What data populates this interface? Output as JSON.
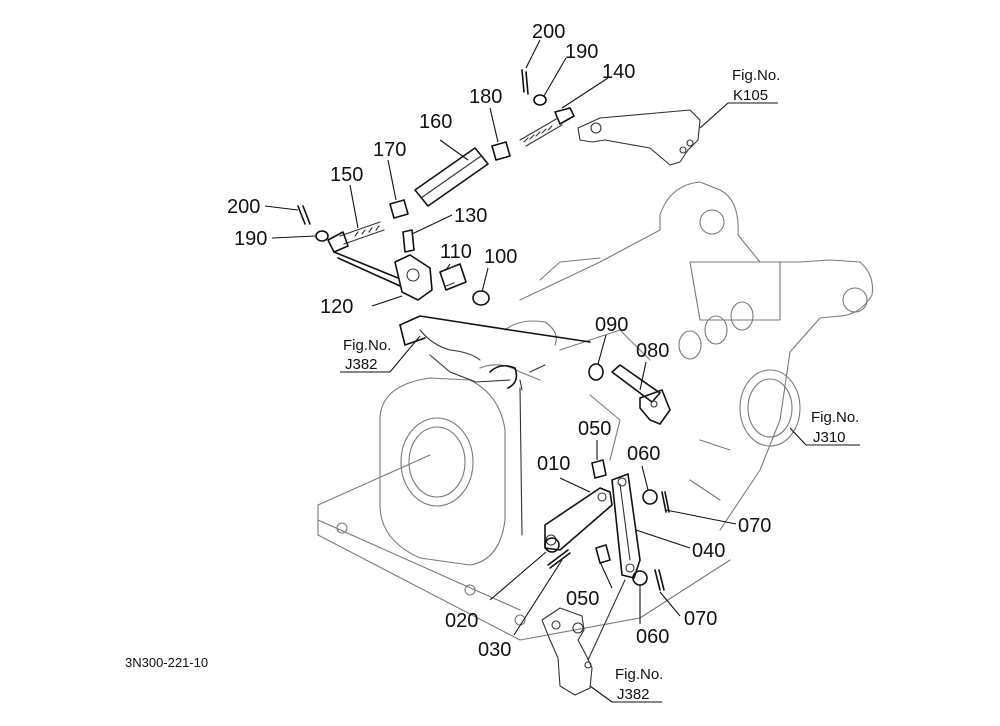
{
  "labels": {
    "p200a": "200",
    "p190a": "190",
    "p140": "140",
    "p180": "180",
    "p160": "160",
    "p170": "170",
    "p150": "150",
    "p200b": "200",
    "p190b": "190",
    "p130": "130",
    "p110": "110",
    "p100": "100",
    "p120": "120",
    "p090": "090",
    "p080": "080",
    "p050a": "050",
    "p060a": "060",
    "p010": "010",
    "p070a": "070",
    "p040": "040",
    "p050b": "050",
    "p020": "020",
    "p070b": "070",
    "p060b": "060",
    "p030": "030"
  },
  "refs": {
    "k105": {
      "title": "Fig.No.",
      "code": "K105"
    },
    "j382a": {
      "title": "Fig.No.",
      "code": "J382"
    },
    "j310": {
      "title": "Fig.No.",
      "code": "J310"
    },
    "j382b": {
      "title": "Fig.No.",
      "code": "J382"
    }
  },
  "drawing_code": "3N300-221-10"
}
